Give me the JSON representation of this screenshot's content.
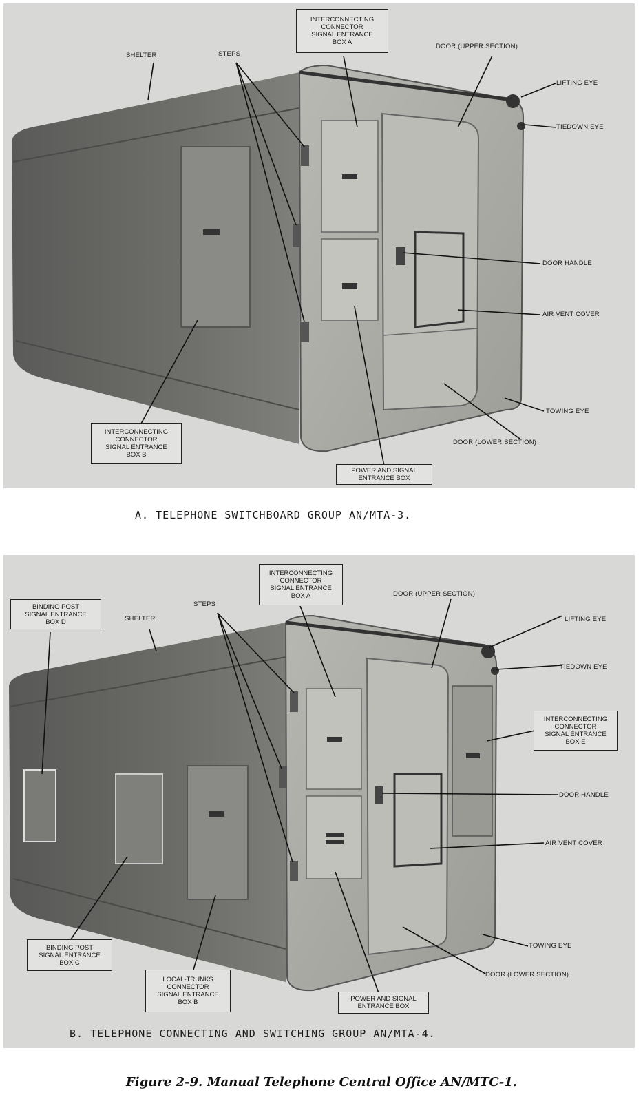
{
  "panel_a": {
    "caption": "A.  TELEPHONE SWITCHBOARD GROUP AN/MTA-3.",
    "labels": {
      "shelter": "SHELTER",
      "steps": "STEPS",
      "box_a": [
        "INTERCONNECTING",
        "CONNECTOR",
        "SIGNAL ENTRANCE",
        "BOX A"
      ],
      "door_upper": "DOOR (UPPER SECTION)",
      "lifting_eye": "LIFTING EYE",
      "tiedown_eye": "TIEDOWN EYE",
      "door_handle": "DOOR HANDLE",
      "air_vent": "AIR VENT COVER",
      "towing_eye": "TOWING EYE",
      "door_lower": "DOOR (LOWER SECTION)",
      "power_box": [
        "POWER AND SIGNAL",
        "ENTRANCE BOX"
      ],
      "box_b": [
        "INTERCONNECTING",
        "CONNECTOR",
        "SIGNAL ENTRANCE",
        "BOX B"
      ]
    }
  },
  "panel_b": {
    "caption": "B.  TELEPHONE CONNECTING AND SWITCHING GROUP AN/MTA-4.",
    "labels": {
      "box_d": [
        "BINDING POST",
        "SIGNAL ENTRANCE",
        "BOX D"
      ],
      "shelter": "SHELTER",
      "steps": "STEPS",
      "box_a": [
        "INTERCONNECTING",
        "CONNECTOR",
        "SIGNAL ENTRANCE",
        "BOX A"
      ],
      "door_upper": "DOOR (UPPER SECTION)",
      "lifting_eye": "LIFTING EYE",
      "tiedown_eye": "TIEDOWN EYE",
      "box_e": [
        "INTERCONNECTING",
        "CONNECTOR",
        "SIGNAL ENTRANCE",
        "BOX E"
      ],
      "door_handle": "DOOR HANDLE",
      "air_vent": "AIR VENT COVER",
      "towing_eye": "TOWING EYE",
      "door_lower": "DOOR (LOWER SECTION)",
      "power_box": [
        "POWER AND SIGNAL",
        "ENTRANCE BOX"
      ],
      "box_c": [
        "BINDING POST",
        "SIGNAL ENTRANCE",
        "BOX C"
      ],
      "box_b": [
        "LOCAL-TRUNKS",
        "CONNECTOR",
        "SIGNAL ENTRANCE",
        "BOX B"
      ]
    }
  },
  "figure_caption": "Figure 2-9. Manual Telephone Central Office AN/MTC-1."
}
